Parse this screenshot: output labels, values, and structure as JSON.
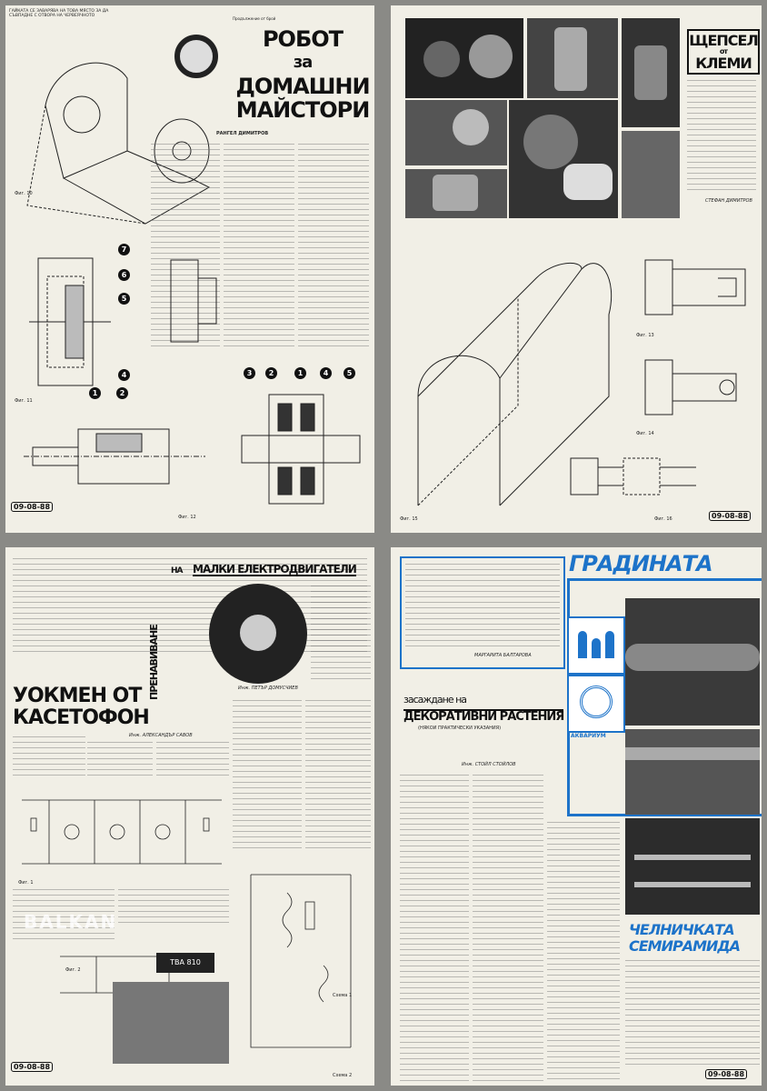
{
  "page1": {
    "corner_note": "ГАЙКАТА СЕ ЗАВАРЯВА НА ТОВА МЯСТО ЗА ДА СЪВПАДНЕ С ОТВОРА НА ЧЕРВЕЯЧНОТО",
    "header_note": "Продължение от брой",
    "title": [
      "РОБОТ",
      "за",
      "ДОМАШНИ",
      "МАЙСТОРИ"
    ],
    "author": "РАНГЕЛ ДИМИТРОВ",
    "fig_labels": [
      "Фиг. 10",
      "Фиг. 11",
      "Фиг. 12"
    ],
    "date": "09-08-88"
  },
  "page2": {
    "title": [
      "ЩЕПСЕЛ",
      "от",
      "КЛЕМИ"
    ],
    "author": "СТЕФАН ДИМИТРОВ",
    "fig_labels": [
      "Фиг. 13",
      "Фиг. 14",
      "Фиг. 15",
      "Фиг. 16"
    ],
    "date": "09-08-88"
  },
  "page3": {
    "title_vertical": "ПРЕНАВИВАНЕ",
    "title_na": "НА",
    "title_main": "МАЛКИ ЕЛЕКТРОДВИГАТЕЛИ",
    "author1": "Инж. ПЕТЪР ДОМУСЧИЕВ",
    "title2": [
      "УОКМЕН ОТ",
      "КАСЕТОФОН"
    ],
    "author2": "Инж. АЛЕКСАНДЪР САВОВ",
    "chip_label": "TBA 810",
    "scheme_label": "Схема 1",
    "scheme_label2": "Схема 2",
    "fig_labels": [
      "Фиг. 1",
      "Фиг. 2"
    ],
    "watermark": "BALKAN",
    "date": "09-08-88"
  },
  "page4": {
    "title": "ГРАДИНАТА",
    "subtitle_a": "засаждане на",
    "subtitle_b": "ДЕКОРАТИВНИ РАСТЕНИЯ",
    "subtitle_c": "(НЯКОИ ПРАКТИЧЕСКИ УКАЗАНИЯ)",
    "author": "Инж. СТОЙЛ СТОЙЛОВ",
    "intro_author": "МАРГАРИТА БАЛТАРОВА",
    "badge": "АКВАРИУМ",
    "title2": [
      "ЧЕЛНИЧКАТА",
      "СЕМИРАМИДА"
    ],
    "date": "09-08-88"
  },
  "colors": {
    "accent_blue": "#1d73c9",
    "paper": "#f1efe6",
    "ink": "#111111"
  }
}
